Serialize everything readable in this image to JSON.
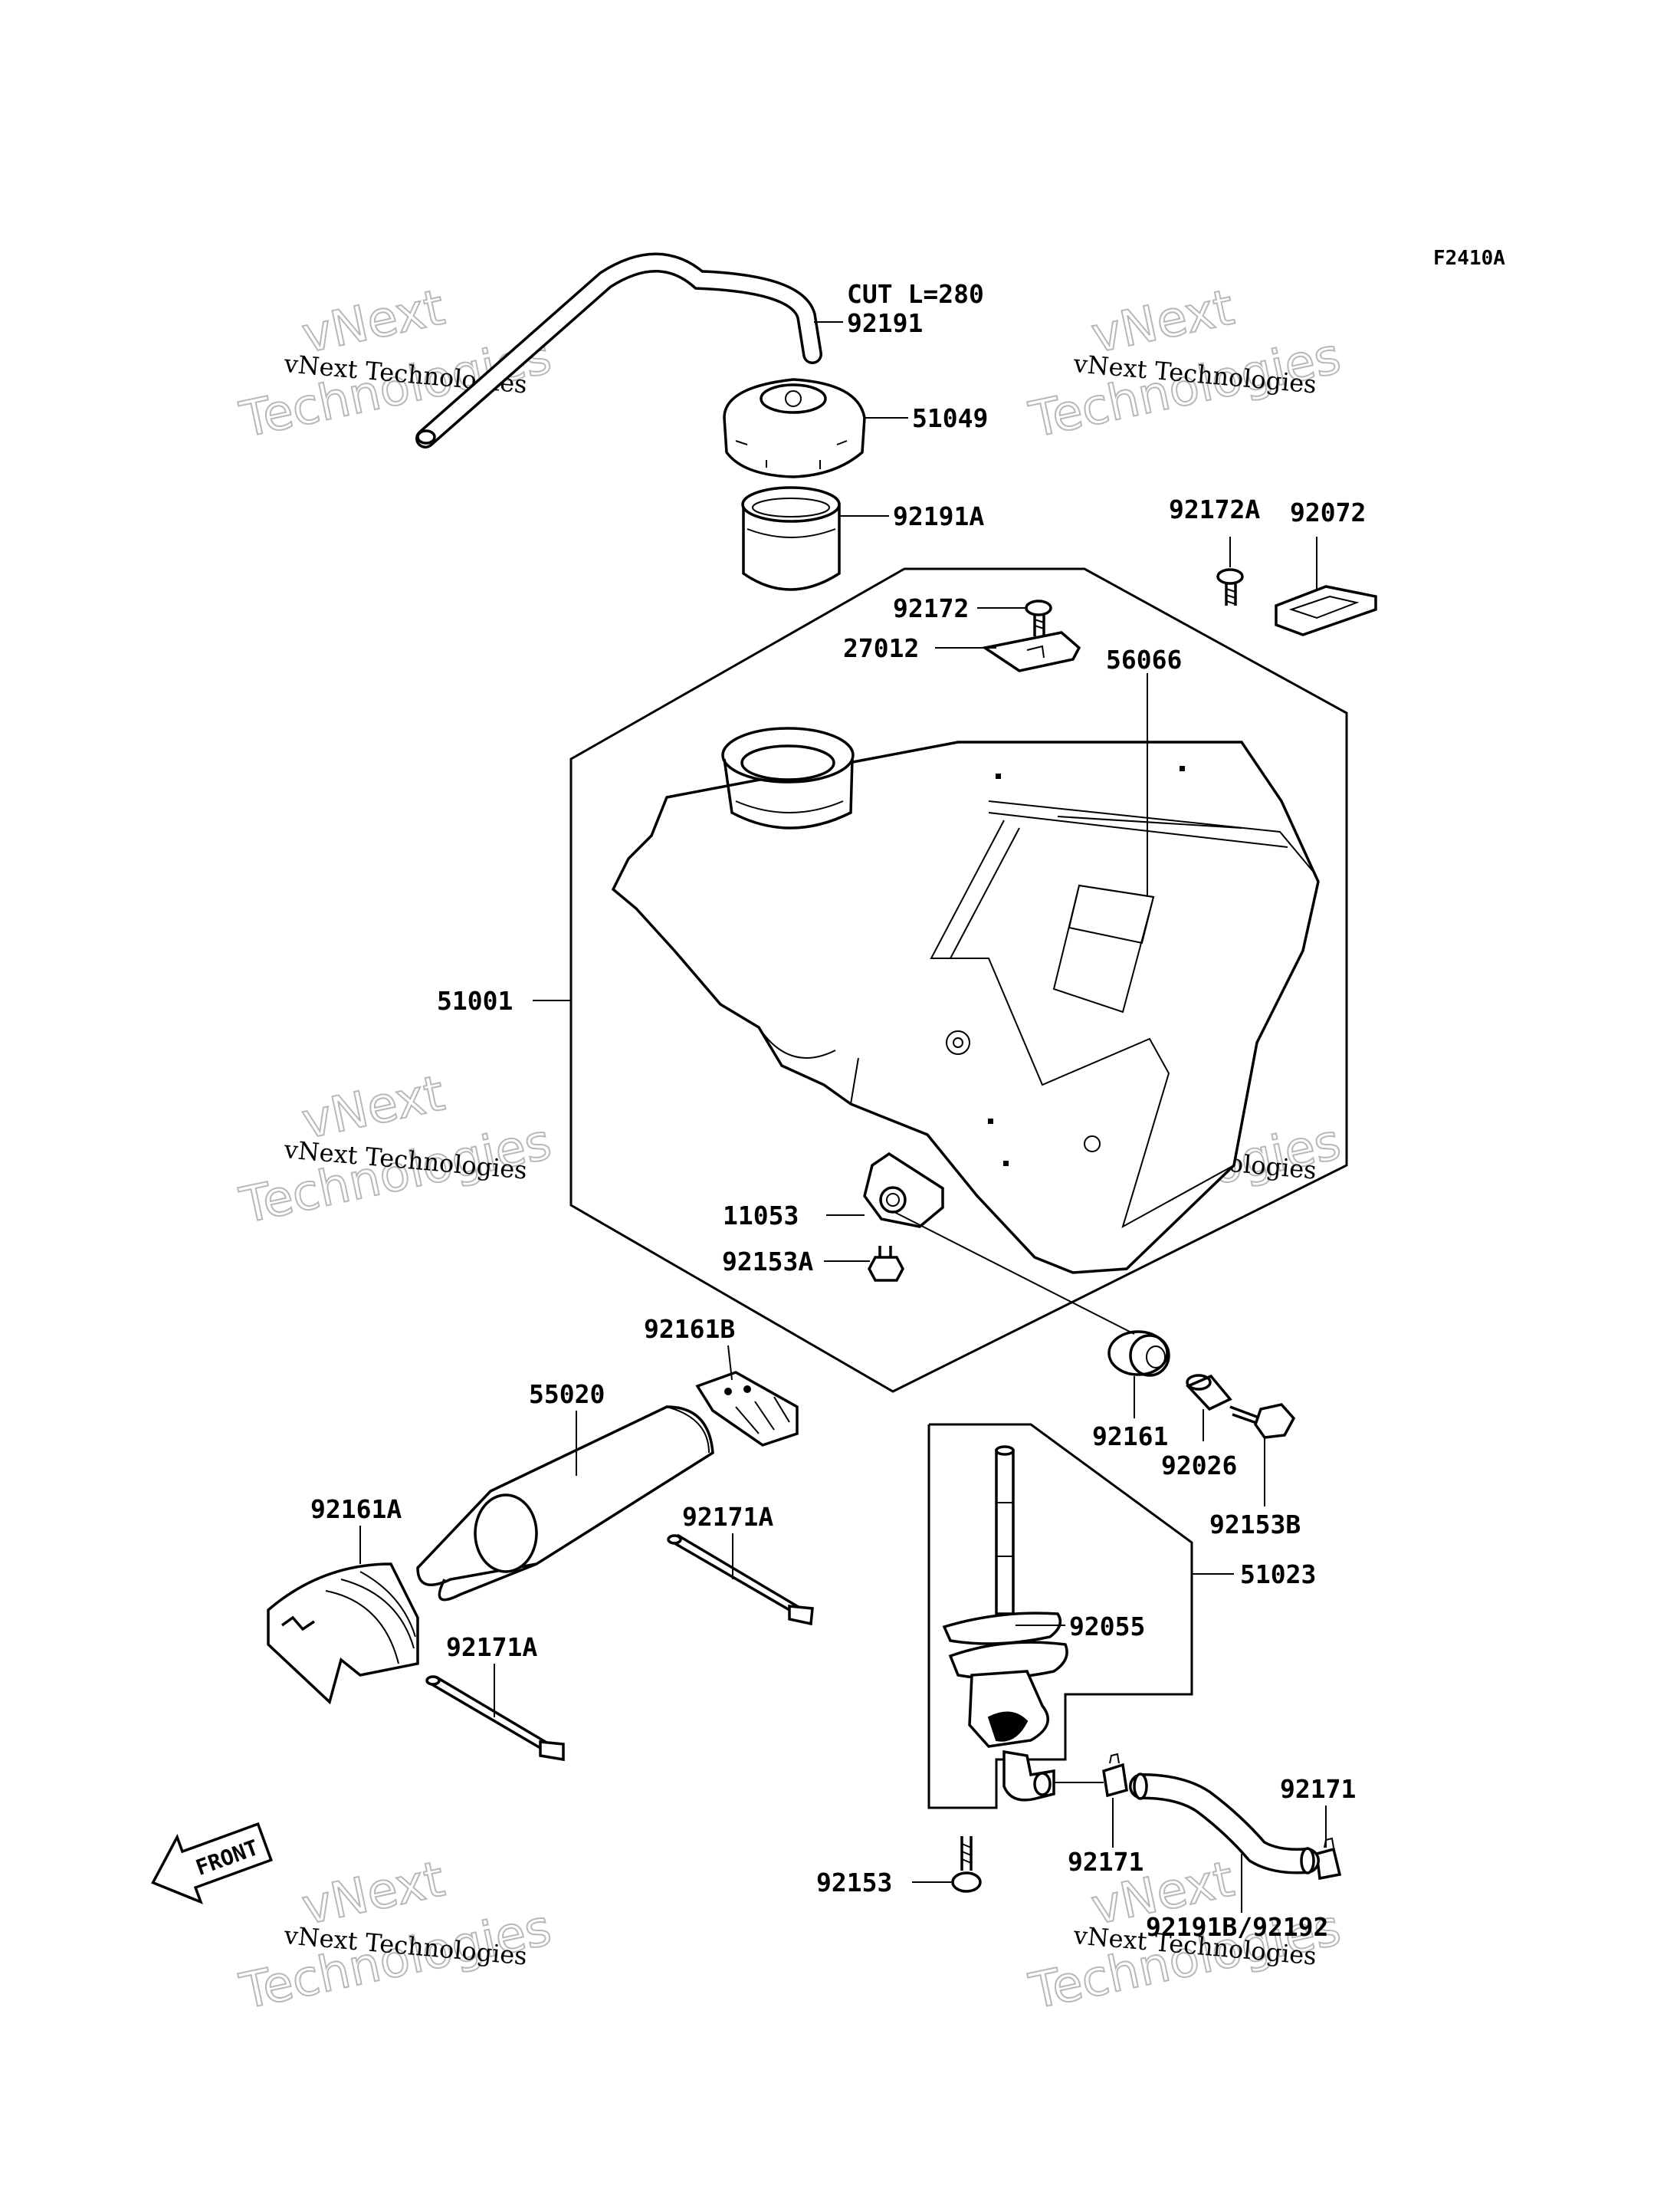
{
  "figure_id": "F2410A",
  "watermark": {
    "line1": "vNext Technologies",
    "line2": "Technologies",
    "line3": "vNext"
  },
  "callouts": {
    "cut_length": "CUT L=280",
    "p92191": "92191",
    "p51049": "51049",
    "p92191A": "92191A",
    "p92172A": "92172A",
    "p92072": "92072",
    "p92172": "92172",
    "p27012": "27012",
    "p56066": "56066",
    "p51001": "51001",
    "p11053": "11053",
    "p92153A": "92153A",
    "p92161B": "92161B",
    "p55020": "55020",
    "p92161": "92161",
    "p92026": "92026",
    "p92153B": "92153B",
    "p92161A": "92161A",
    "p92171A_top": "92171A",
    "p51023": "51023",
    "p92055": "92055",
    "p92171A_bottom": "92171A",
    "p92171_right": "92171",
    "p92171_mid": "92171",
    "p92153": "92153",
    "p92191B_92192": "92191B/92192"
  },
  "front_arrow": "FRONT"
}
